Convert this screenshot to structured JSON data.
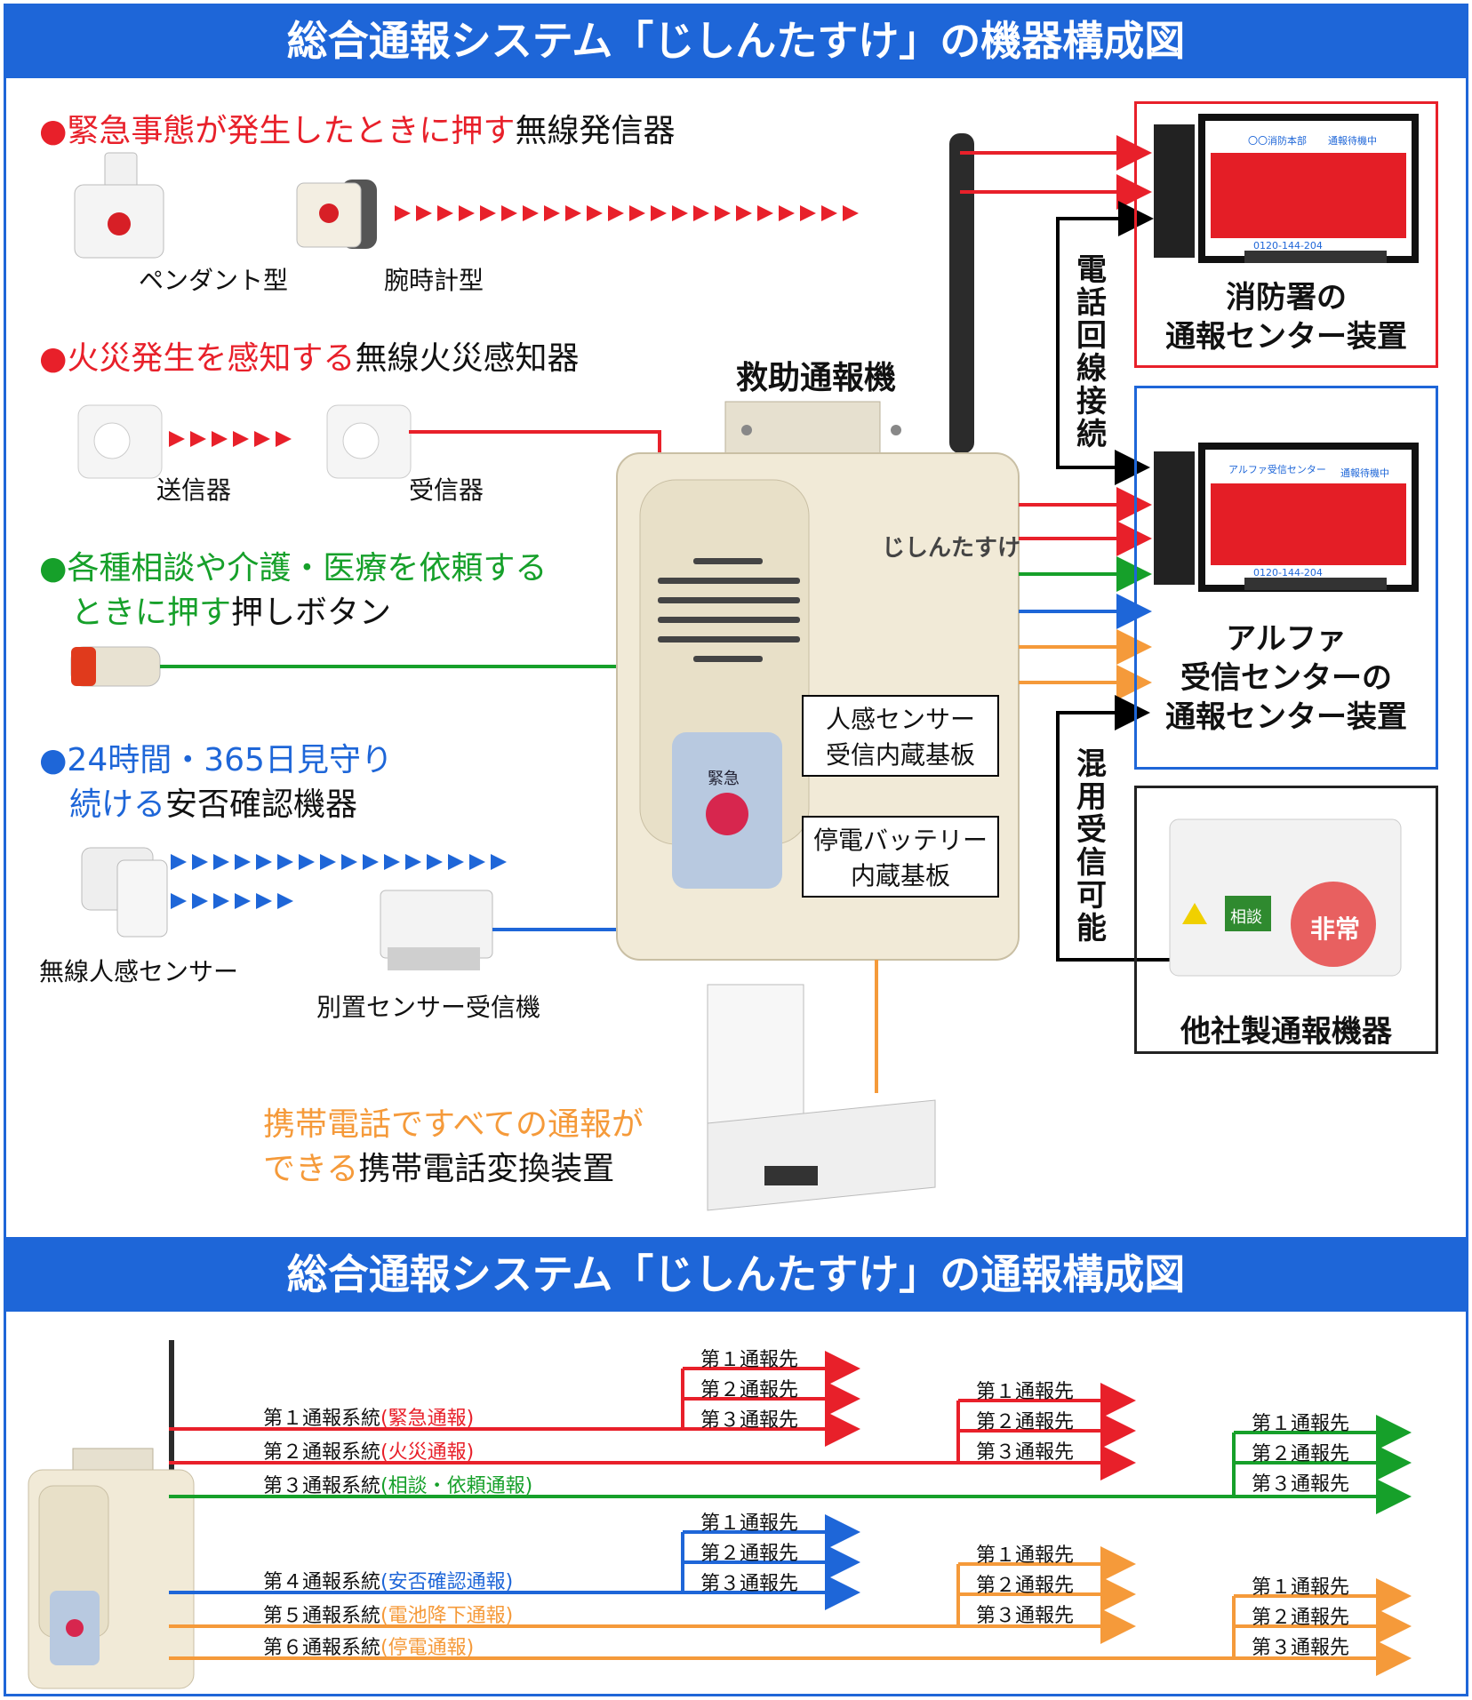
{
  "top_title": "総合通報システム「じしんたすけ」の機器構成図",
  "bottom_title": "総合通報システム「じしんたすけ」の通報構成図",
  "device": {
    "name": "救助通報機",
    "logo": "じしんたすけ",
    "button_label": "緊急",
    "board1": [
      "人感センサー",
      "受信内蔵基板"
    ],
    "board2": [
      "停電バッテリー",
      "内蔵基板"
    ]
  },
  "sections": {
    "s1": {
      "colored": "緊急事態が発生したときに押す",
      "plain": "無線発信器",
      "items": [
        "ペンダント型",
        "腕時計型"
      ]
    },
    "s2": {
      "colored": "火災発生を感知する",
      "plain": "無線火災感知器",
      "items": [
        "送信器",
        "受信器"
      ]
    },
    "s3": {
      "colored_l1": "各種相談や介護・医療を依頼する",
      "colored_l2": "ときに押す",
      "plain": "押しボタン"
    },
    "s4": {
      "colored_l1": "24時間・365日見守り",
      "colored_l2": "続ける",
      "plain": "安否確認機器",
      "items": [
        "無線人感センサー",
        "別置センサー受信機"
      ]
    },
    "s5": {
      "colored_l1": "携帯電話ですべての通報が",
      "colored_l2": "できる",
      "plain": "携帯電話変換装置"
    }
  },
  "right": {
    "fire_dept": [
      "消防署の",
      "通報センター装置"
    ],
    "fire_screen": {
      "title": "〇〇消防本部",
      "status": "通報待機中",
      "phone": "0120-144-204"
    },
    "alpha": [
      "アルファ",
      "受信センターの",
      "通報センター装置"
    ],
    "alpha_screen": {
      "title": "アルファ受信センター",
      "status": "通報待機中",
      "phone": "0120-144-204"
    },
    "phone_line": "電話回線接続",
    "mixed": "混用受信可能",
    "other": "他社製通報機器",
    "other_buttons": [
      "相談",
      "非常"
    ]
  },
  "routes": {
    "systems": [
      {
        "label": "第１通報系統",
        "type": "(緊急通報)",
        "color": "#e8202a"
      },
      {
        "label": "第２通報系統",
        "type": "(火災通報)",
        "color": "#e8202a"
      },
      {
        "label": "第３通報系統",
        "type": "(相談・依頼通報)",
        "color": "#16a02a"
      },
      {
        "label": "第４通報系統",
        "type": "(安否確認通報)",
        "color": "#1e66d8"
      },
      {
        "label": "第５通報系統",
        "type": "(電池降下通報)",
        "color": "#f59a3a"
      },
      {
        "label": "第６通報系統",
        "type": "(停電通報)",
        "color": "#f59a3a"
      }
    ],
    "destinations": [
      "第１通報先",
      "第２通報先",
      "第３通報先"
    ]
  },
  "colors": {
    "red": "#e8202a",
    "green": "#16a02a",
    "blue": "#1e66d8",
    "orange": "#f59a3a",
    "black": "#000000"
  }
}
